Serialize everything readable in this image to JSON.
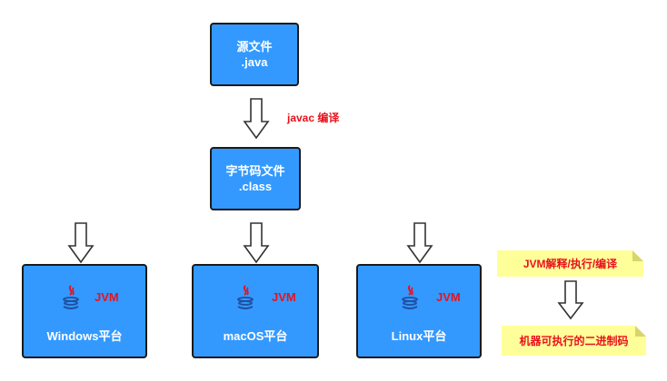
{
  "source": {
    "line1": "源文件",
    "line2": ".java"
  },
  "compile_label": "javac 编译",
  "bytecode": {
    "line1": "字节码文件",
    "line2": ".class"
  },
  "platforms": [
    {
      "jvm": "JVM",
      "name": "Windows平台"
    },
    {
      "jvm": "JVM",
      "name": "macOS平台"
    },
    {
      "jvm": "JVM",
      "name": "Linux平台"
    }
  ],
  "notes": {
    "jvm_action": "JVM解释/执行/编译",
    "machine_code": "机器可执行的二进制码"
  },
  "colors": {
    "box_fill": "#3399ff",
    "box_border": "#1a1a1a",
    "label_red": "#e8121d",
    "note_fill": "#ffff99"
  },
  "icons": {
    "java_logo": "java-cup-icon",
    "arrow": "hollow-down-arrow-icon"
  }
}
